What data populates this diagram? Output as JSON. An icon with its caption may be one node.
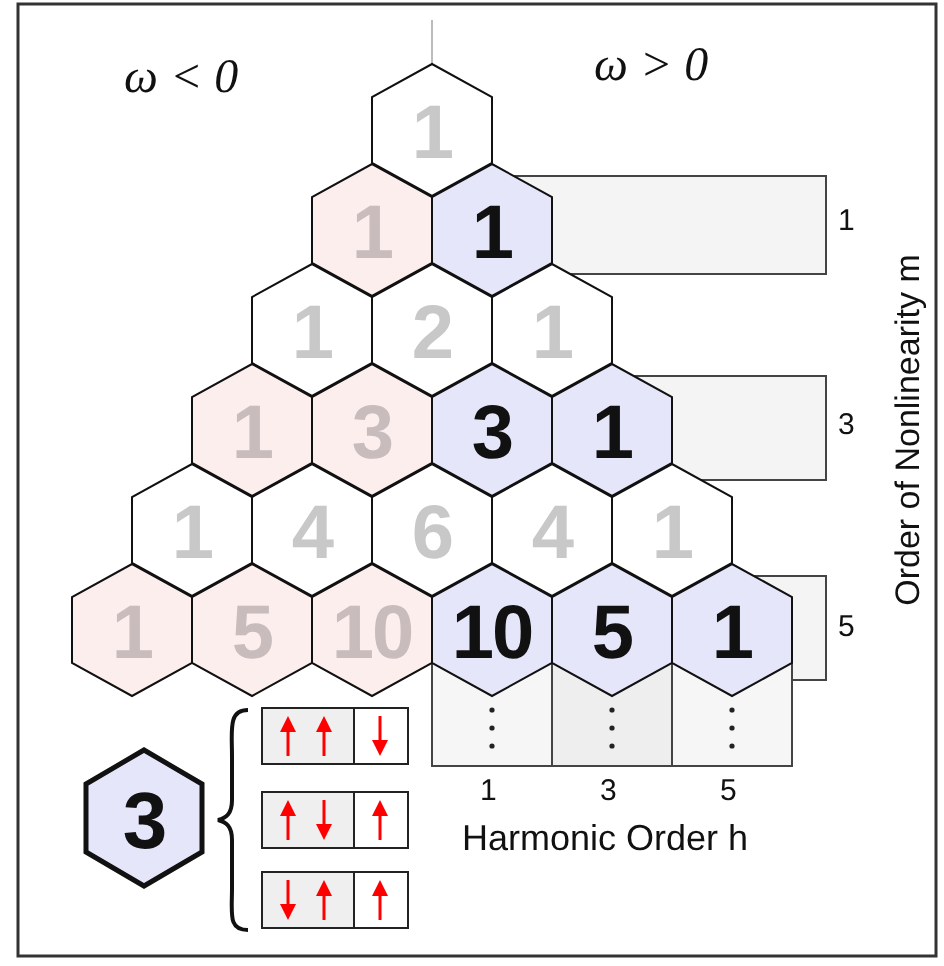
{
  "diagram": {
    "nodes": [
      {
        "text": [
          "1"
        ]
      },
      {
        "text": [
          "1"
        ]
      },
      {
        "text": [
          "1"
        ]
      },
      {
        "text": [
          "1"
        ]
      },
      {
        "text": [
          "2"
        ]
      },
      {
        "text": [
          "1"
        ]
      },
      {
        "text": [
          "1"
        ]
      },
      {
        "text": [
          "3"
        ]
      },
      {
        "text": [
          "3"
        ]
      },
      {
        "text": [
          "1"
        ]
      },
      {
        "text": [
          "1"
        ]
      },
      {
        "text": [
          "4"
        ]
      },
      {
        "text": [
          "6"
        ]
      },
      {
        "text": [
          "4"
        ]
      },
      {
        "text": [
          "1"
        ]
      },
      {
        "text": [
          "1"
        ]
      },
      {
        "text": [
          "5"
        ]
      },
      {
        "text": [
          "10"
        ]
      },
      {
        "text": [
          "10"
        ]
      },
      {
        "text": [
          "5"
        ]
      },
      {
        "text": [
          "1"
        ]
      },
      {
        "text": [
          "3"
        ]
      }
    ],
    "labels": [
      "ω < 0",
      "ω > 0",
      "1",
      "3",
      "Order of Nonlinearity m",
      "5",
      "1",
      "3",
      "5",
      "Harmonic Order h"
    ]
  }
}
